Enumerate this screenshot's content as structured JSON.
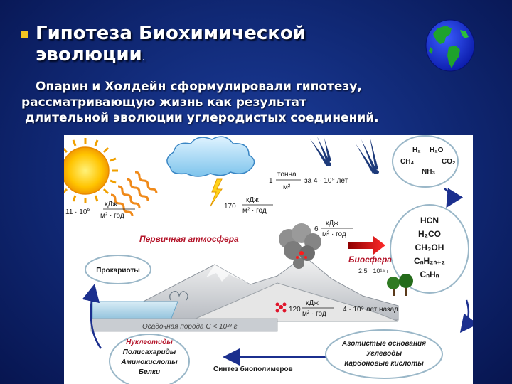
{
  "slide": {
    "title_line1": "Гипотеза Биохимической",
    "title_line2": "эволюции",
    "title_dot": ".",
    "paragraph_line1": "Опарин и Холдейн сформулировали гипотезу,",
    "paragraph_line2": "рассматривающую жизнь как результат",
    "paragraph_line3": "длительной эволюции углеродистых соединений."
  },
  "diagram": {
    "sun_energy_coef": "11 · 10",
    "sun_energy_exp": "6",
    "unit_kj": "кДж",
    "unit_m2_year": "м² · год",
    "cloud_energy": "170",
    "ton": "1",
    "unit_ton": "тонна",
    "unit_m2": "м²",
    "meteor_period": "за 4 · 10⁹ лет",
    "volcano_energy": "6",
    "primary_atmosphere": "Первичная атмосфера",
    "biosphere": "Биосфера",
    "biosphere_mass": "2.5 · 10¹⁸ г",
    "prokaryotes": "Прокариоты",
    "sediment": "Осадочная порода С < 10²³ г",
    "radiation_energy": "120",
    "years_ago": "4 · 10⁹ лет назад",
    "gases": {
      "h2": "H₂",
      "h2o": "H₂O",
      "ch4": "CH₄",
      "co2": "CO₂",
      "nh3": "NH₃"
    },
    "organics": [
      "HCN",
      "H₂CO",
      "CH₃OH",
      "CₙH₂ₙ₊₂",
      "CₙHₙ"
    ],
    "polymers": {
      "nucleotides": "Нуклеотиды",
      "polysaccharides": "Полисахариды",
      "amino_acids": "Аминокислоты",
      "proteins": "Белки"
    },
    "bases": {
      "nitrogen_bases": "Азотистые основания",
      "carbohydrates": "Углеводы",
      "carboxylic_acids": "Карбоновые кислоты"
    },
    "synthesis": "Синтез биополимеров"
  },
  "colors": {
    "background": "#112a78",
    "bullet": "#f3c521",
    "diagram_text": "#1a1a1a",
    "red_label": "#b4152a",
    "blue_arrow": "#1b2f8e"
  }
}
